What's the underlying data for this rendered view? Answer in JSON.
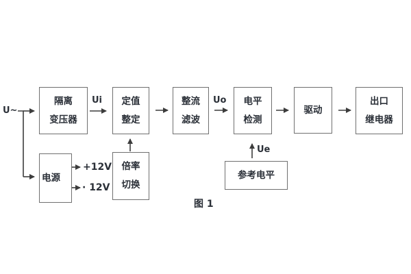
{
  "figure": {
    "caption": "图 1",
    "colors": {
      "background": "#ffffff",
      "box_border": "#6f6f6f",
      "wire": "#3c3c3c",
      "text": "#2b3038"
    },
    "blocks": [
      {
        "id": "isolation-transformer",
        "lines": [
          "隔离",
          "变压器"
        ]
      },
      {
        "id": "setting-adjust",
        "lines": [
          "定值",
          "整定"
        ]
      },
      {
        "id": "rectifier-filter",
        "lines": [
          "整流",
          "滤波"
        ]
      },
      {
        "id": "level-detection",
        "lines": [
          "电平",
          "检测"
        ]
      },
      {
        "id": "drive",
        "lines": [
          "驱动"
        ]
      },
      {
        "id": "output-relay",
        "lines": [
          "出口",
          "继电器"
        ]
      },
      {
        "id": "power-supply",
        "lines": [
          "电源"
        ]
      },
      {
        "id": "ratio-switch",
        "lines": [
          "倍率",
          "切换"
        ]
      },
      {
        "id": "reference-level",
        "lines": [
          "参考电平"
        ]
      }
    ],
    "labels": {
      "input": "U~",
      "ui": "Ui",
      "uo": "Uo",
      "ue": "Ue",
      "rail_pos": "+12V",
      "rail_neg": "· 12V"
    }
  }
}
